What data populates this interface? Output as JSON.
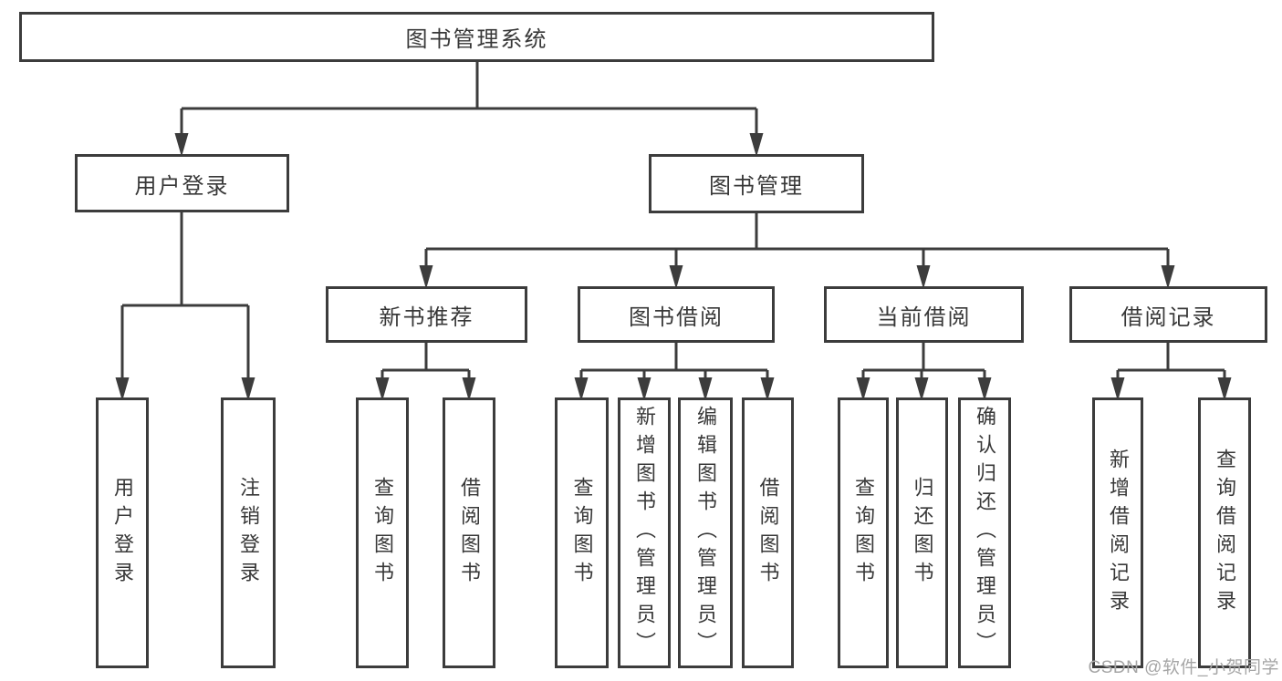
{
  "diagram": {
    "root": "图书管理系统",
    "user_login": {
      "label": "用户登录",
      "children": [
        "用户登录",
        "注销登录"
      ]
    },
    "book_management": {
      "label": "图书管理",
      "sections": {
        "new_books": {
          "label": "新书推荐",
          "children": [
            "查询图书",
            "借阅图书"
          ]
        },
        "borrowing": {
          "label": "图书借阅",
          "children": [
            "查询图书",
            "新增图书（管理员）",
            "编辑图书（管理员）",
            "借阅图书"
          ]
        },
        "current": {
          "label": "当前借阅",
          "children": [
            "查询图书",
            "归还图书",
            "确认归还（管理员）"
          ]
        },
        "records": {
          "label": "借阅记录",
          "children": [
            "新增借阅记录",
            "查询借阅记录"
          ]
        }
      }
    }
  },
  "watermark": "CSDN @软件_小贺同学",
  "colors": {
    "line": "#3c3c3c",
    "box_border": "#3c3c3c",
    "box_fill": "#ffffff",
    "text": "#383838",
    "watermark": "#a6a6a6",
    "background": "#ffffff"
  }
}
